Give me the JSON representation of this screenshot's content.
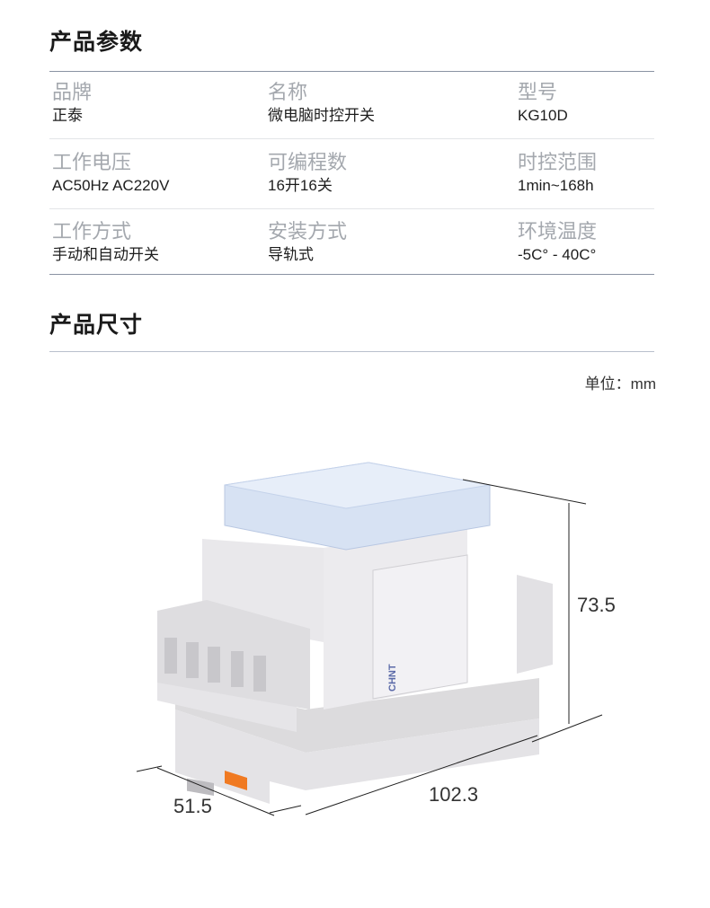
{
  "params": {
    "title": "产品参数",
    "rows": [
      [
        {
          "label": "品牌",
          "value": "正泰"
        },
        {
          "label": "名称",
          "value": "微电脑时控开关"
        },
        {
          "label": "型号",
          "value": "KG10D"
        }
      ],
      [
        {
          "label": "工作电压",
          "value": "AC50Hz AC220V"
        },
        {
          "label": "可编程数",
          "value": "16开16关"
        },
        {
          "label": "时控范围",
          "value": "1min~168h"
        }
      ],
      [
        {
          "label": "工作方式",
          "value": "手动和自动开关"
        },
        {
          "label": "安装方式",
          "value": "导轨式"
        },
        {
          "label": "环境温度",
          "value": "-5C°  -  40C°"
        }
      ]
    ]
  },
  "size": {
    "title": "产品尺寸",
    "unit": "单位：mm",
    "dimensions": {
      "height": "73.5",
      "length": "102.3",
      "width": "51.5"
    },
    "product_logo": "CHNT",
    "accent_color": "#f07a22"
  }
}
